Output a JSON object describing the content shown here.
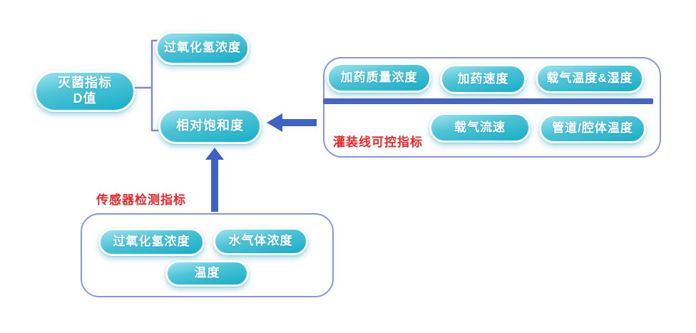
{
  "nodes": {
    "root_line1": "灭菌指标",
    "root_line2": "D值",
    "peroxide_top": "过氧化氢浓度",
    "relative_saturation": "相对饱和度"
  },
  "controllable_group": {
    "label": "灌装线可控指标",
    "row1": [
      "加药质量浓度",
      "加药速度",
      "载气温度&湿度"
    ],
    "row2": [
      "载气流速",
      "管道/腔体温度"
    ]
  },
  "sensor_group": {
    "label": "传感器检测指标",
    "row1": [
      "过氧化氢浓度",
      "水气体浓度"
    ],
    "row2": [
      "温度"
    ]
  },
  "colors": {
    "pill_gradient_top": "#9de3ef",
    "pill_gradient_bottom": "#16adc7",
    "pill_text": "#ffffff",
    "arrow_blue": "#3e62c4",
    "divider_blue": "#4565c1",
    "bracket_purple": "#8588d8",
    "box_border": "#8d96db",
    "label_red": "#e8272b",
    "background": "#ffffff"
  }
}
